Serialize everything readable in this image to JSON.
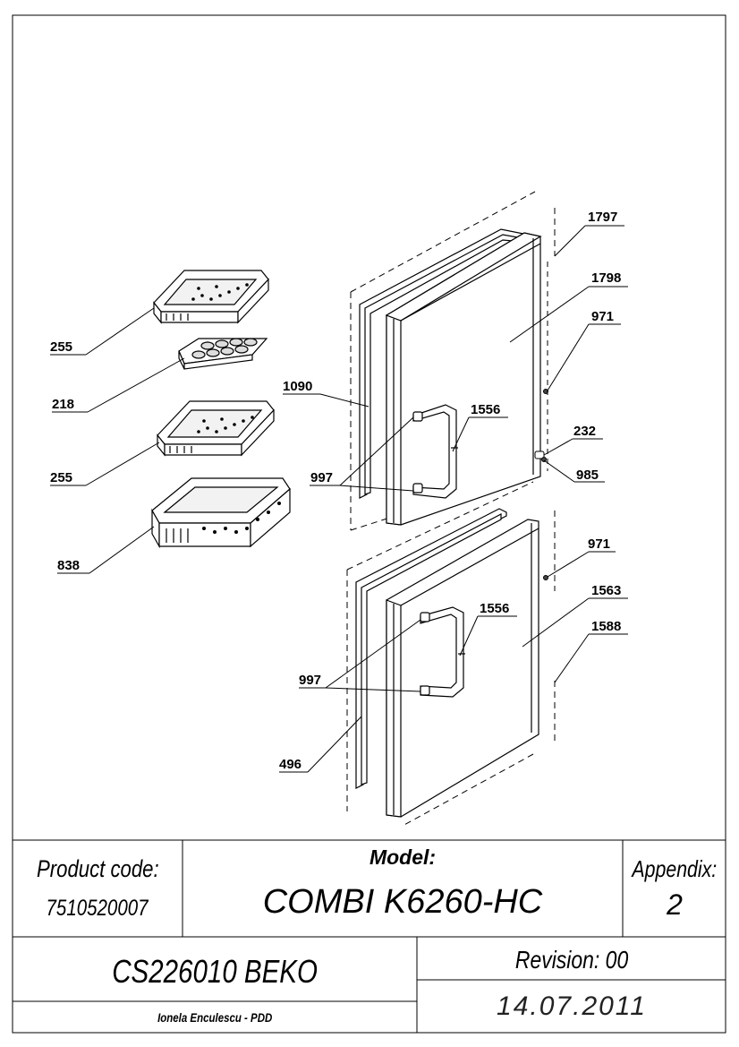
{
  "diagram": {
    "callouts": [
      {
        "id": "c1797",
        "text": "1797"
      },
      {
        "id": "c1798",
        "text": "1798"
      },
      {
        "id": "c971a",
        "text": "971"
      },
      {
        "id": "c255a",
        "text": "255"
      },
      {
        "id": "c218",
        "text": "218"
      },
      {
        "id": "c1090",
        "text": "1090"
      },
      {
        "id": "c1556a",
        "text": "1556"
      },
      {
        "id": "c232",
        "text": "232"
      },
      {
        "id": "c255b",
        "text": "255"
      },
      {
        "id": "c997a",
        "text": "997"
      },
      {
        "id": "c985",
        "text": "985"
      },
      {
        "id": "c838",
        "text": "838"
      },
      {
        "id": "c971b",
        "text": "971"
      },
      {
        "id": "c1563",
        "text": "1563"
      },
      {
        "id": "c1556b",
        "text": "1556"
      },
      {
        "id": "c1588",
        "text": "1588"
      },
      {
        "id": "c997b",
        "text": "997"
      },
      {
        "id": "c496",
        "text": "496"
      }
    ]
  },
  "title_block": {
    "product_code_label": "Product code:",
    "product_code_value": "7510520007",
    "model_label": "Model:",
    "model_value": "COMBI K6260-HC",
    "appendix_label": "Appendix:",
    "appendix_value": "2",
    "document_code": "CS226010 BEKO",
    "revision": "Revision: 00",
    "author": "Ionela Enculescu - PDD",
    "date": "14.07.2011"
  }
}
